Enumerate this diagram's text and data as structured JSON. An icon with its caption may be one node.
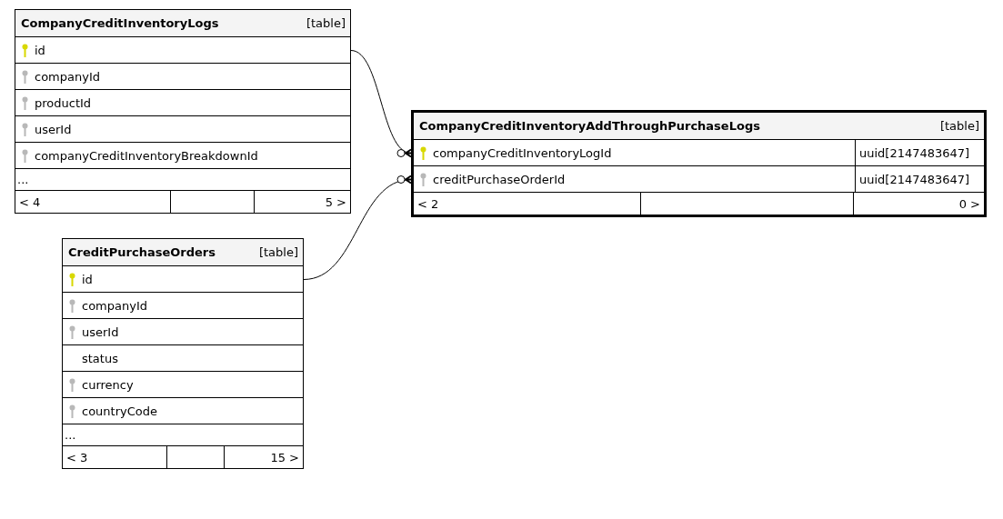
{
  "diagram": {
    "nodes": [
      {
        "text": [
          "CompanyCreditInventoryLogs",
          "[table]"
        ]
      },
      {
        "text": [
          "id"
        ],
        "in": 0
      },
      {
        "text": [
          "companyId"
        ],
        "in": 0
      },
      {
        "text": [
          "productId"
        ],
        "in": 0
      },
      {
        "text": [
          "userId"
        ],
        "in": 0
      },
      {
        "text": [
          "companyCreditInventoryBreakdownId"
        ],
        "in": 0
      },
      {
        "text": [
          "..."
        ],
        "in": 0
      },
      {
        "text": [
          "< 4",
          "5 >"
        ],
        "in": 0
      },
      {
        "text": [
          "CompanyCreditInventoryAddThroughPurchaseLogs",
          "[table]"
        ]
      },
      {
        "text": [
          "companyCreditInventoryLogId",
          "uuid[2147483647]"
        ],
        "in": 8
      },
      {
        "text": [
          "creditPurchaseOrderId",
          "uuid[2147483647]"
        ],
        "in": 8
      },
      {
        "text": [
          "< 2",
          "0 >"
        ],
        "in": 8
      },
      {
        "text": [
          "CreditPurchaseOrders",
          "[table]"
        ]
      },
      {
        "text": [
          "id"
        ],
        "in": 12
      },
      {
        "text": [
          "companyId"
        ],
        "in": 12
      },
      {
        "text": [
          "userId"
        ],
        "in": 12
      },
      {
        "text": [
          "status"
        ],
        "in": 12
      },
      {
        "text": [
          "currency"
        ],
        "in": 12
      },
      {
        "text": [
          "countryCode"
        ],
        "in": 12
      },
      {
        "text": [
          "..."
        ],
        "in": 12
      },
      {
        "text": [
          "< 3",
          "15 >"
        ],
        "in": 12
      }
    ],
    "edges": [
      {
        "from": 1,
        "to": 9,
        "arrow": "other"
      },
      {
        "from": 13,
        "to": 10,
        "arrow": "other"
      }
    ]
  }
}
